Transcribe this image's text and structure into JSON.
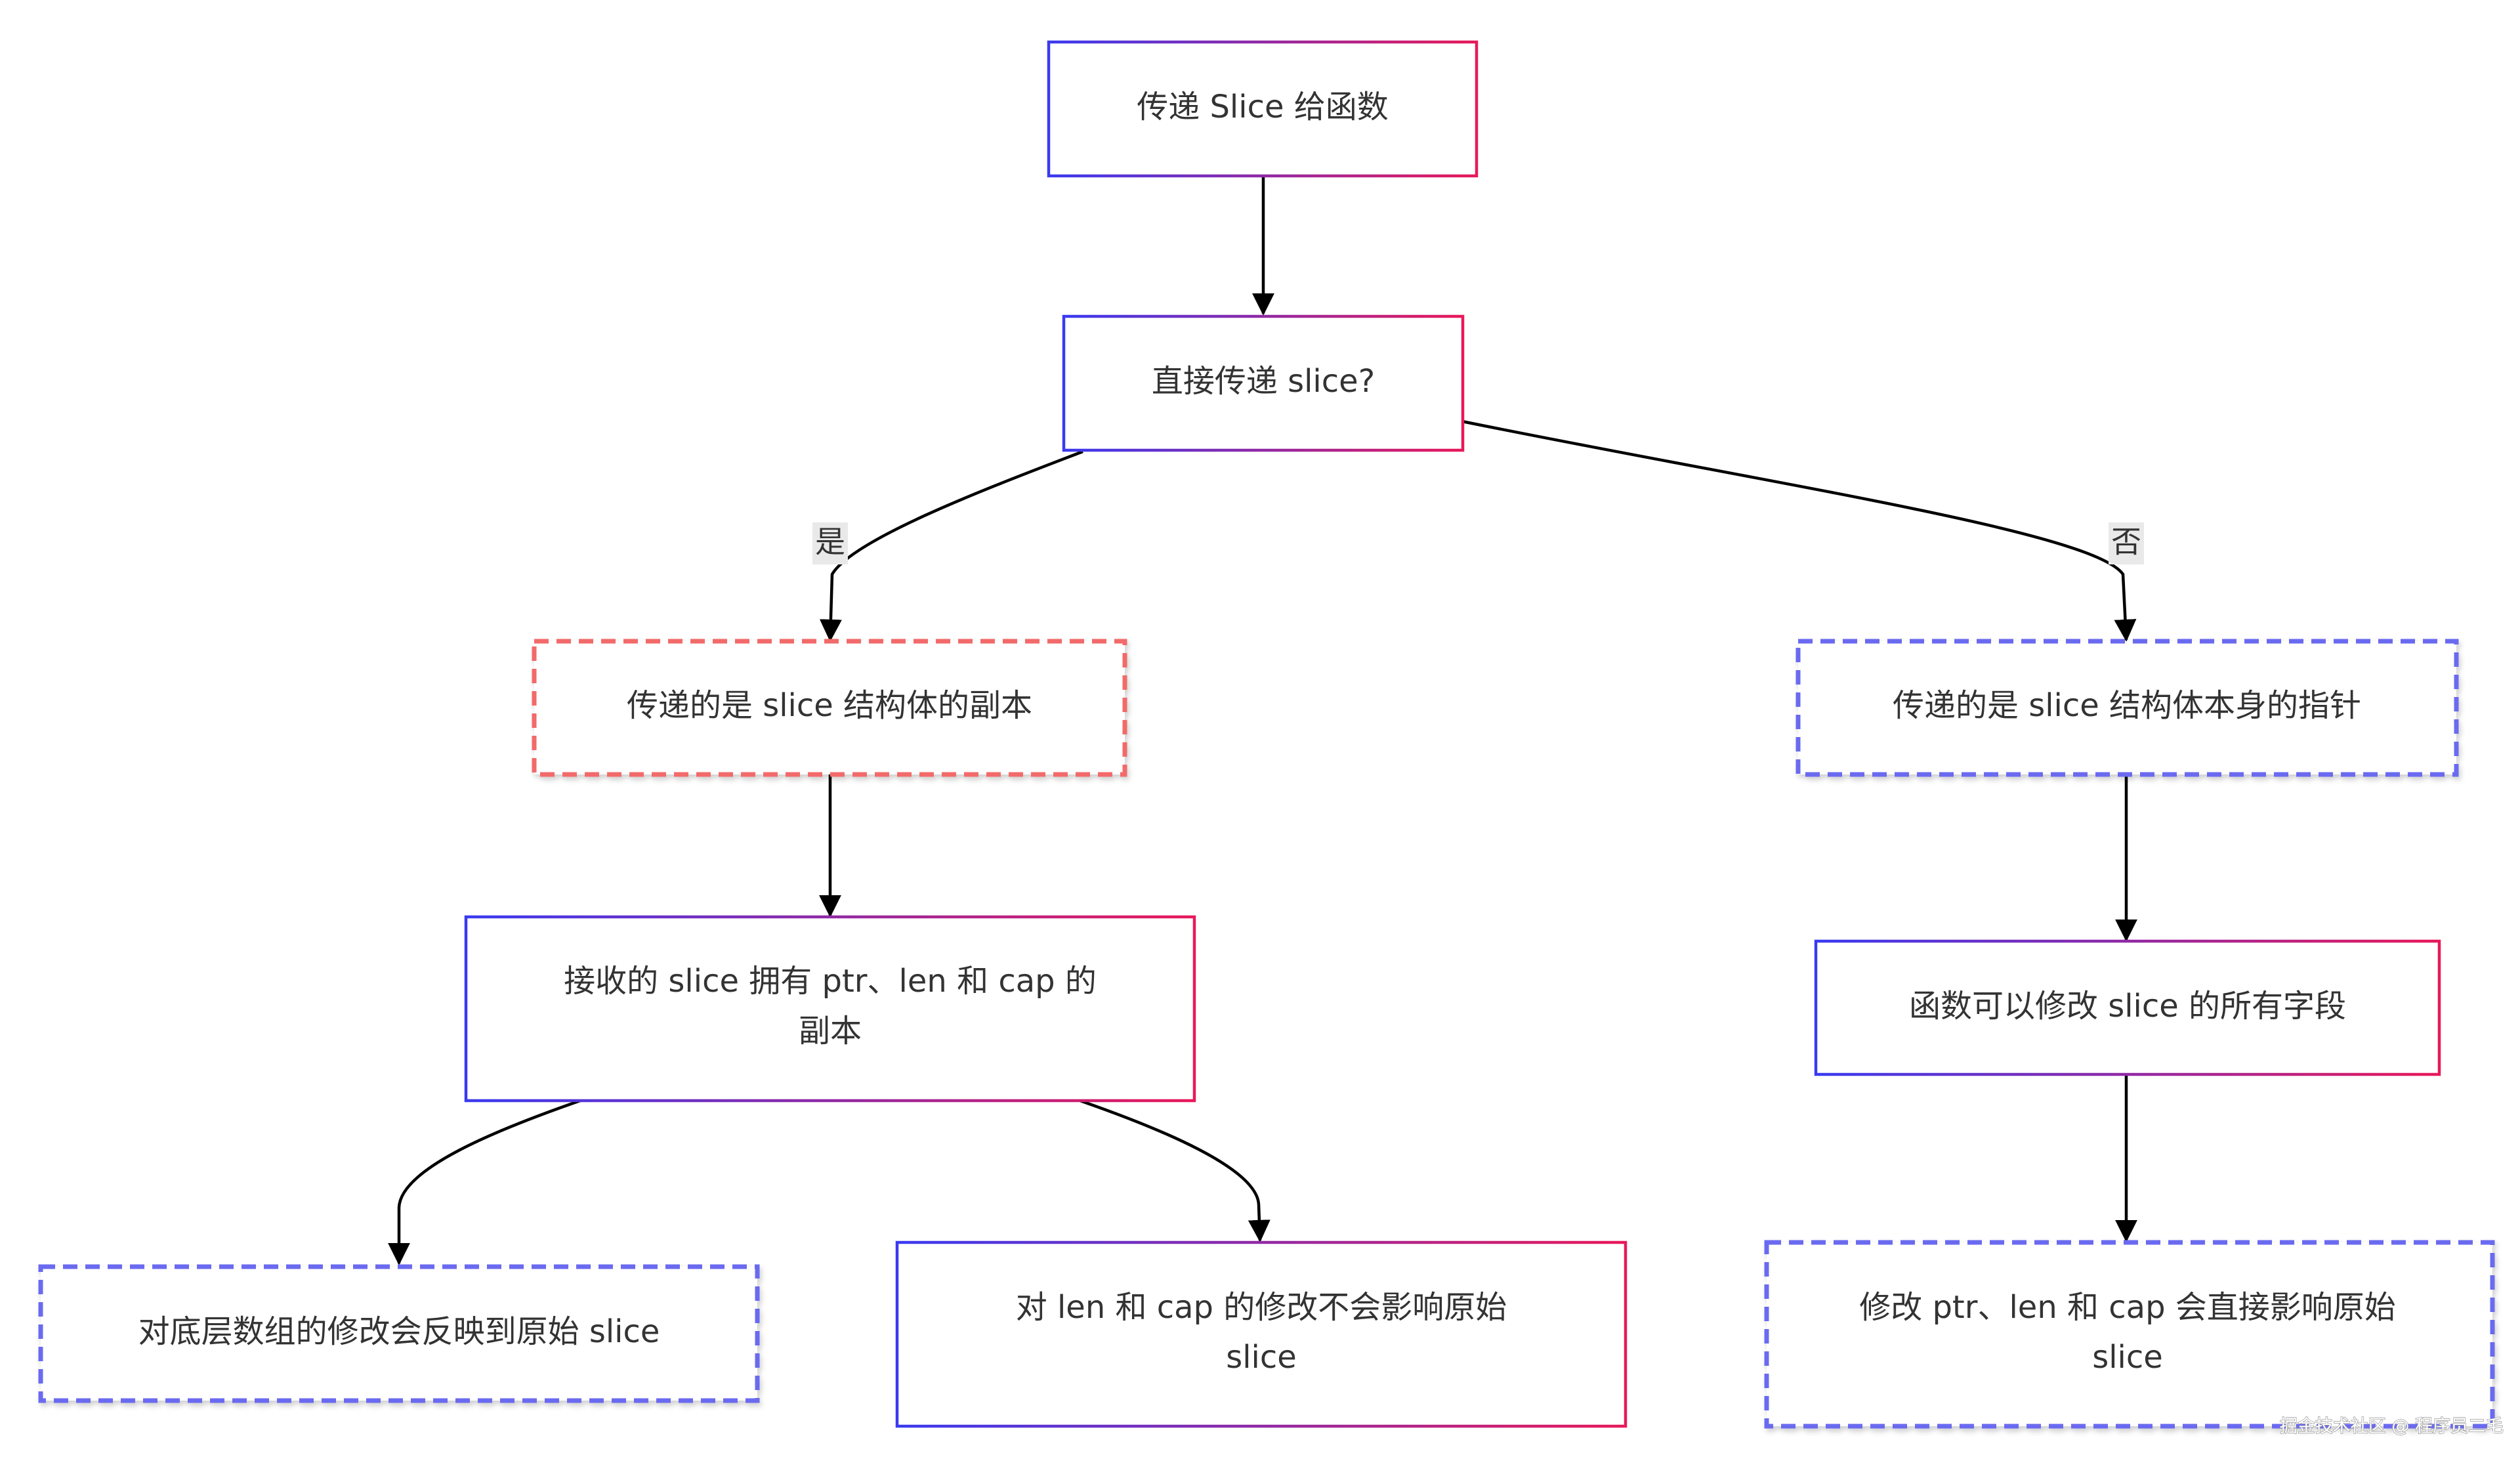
{
  "nodes": {
    "start": {
      "text": "传递 Slice 给函数"
    },
    "question": {
      "text": "直接传递 slice?"
    },
    "copy": {
      "text": "传递的是 slice 结构体的副本"
    },
    "copy_detail": {
      "line1": "接收的 slice 拥有 ptr、len 和 cap 的",
      "line2": "副本"
    },
    "underlying": {
      "text": "对底层数组的修改会反映到原始 slice"
    },
    "no_affect": {
      "line1": "对 len 和 cap 的修改不会影响原始",
      "line2": "slice"
    },
    "pointer": {
      "text": "传递的是 slice 结构体本身的指针"
    },
    "modify_all": {
      "text": "函数可以修改 slice 的所有字段"
    },
    "direct_affect": {
      "line1": "修改 ptr、len 和 cap 会直接影响原始",
      "line2": "slice"
    }
  },
  "edges": {
    "yes_label": "是",
    "no_label": "否"
  },
  "watermark": "掘金技术社区 @ 程序员二毛",
  "colors": {
    "gradient_start": "#3a3af0",
    "gradient_end": "#e8195a",
    "dashed_red": "#f26a6a",
    "dashed_blue": "#6b6bf0",
    "edge": "#000000",
    "text": "#333333"
  }
}
